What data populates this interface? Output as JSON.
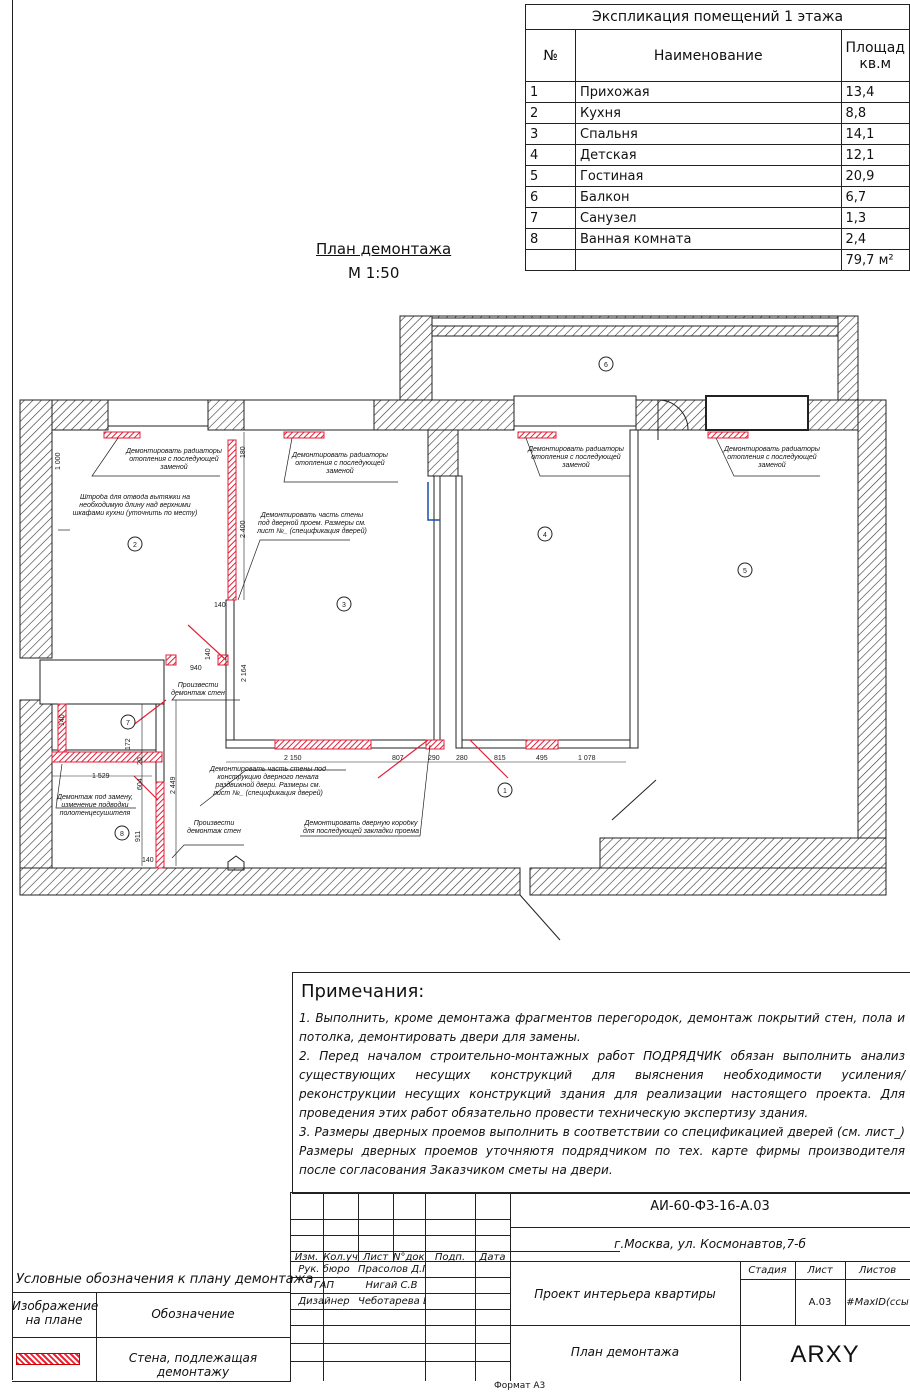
{
  "explication": {
    "title": "Экспликация помещений 1 этажа",
    "headers": {
      "num": "№",
      "name": "Наименование",
      "area": "Площад кв.м"
    },
    "rows": [
      {
        "num": "1",
        "name": "Прихожая",
        "area": "13,4"
      },
      {
        "num": "2",
        "name": "Кухня",
        "area": "8,8"
      },
      {
        "num": "3",
        "name": "Спальня",
        "area": "14,1"
      },
      {
        "num": "4",
        "name": "Детская",
        "area": "12,1"
      },
      {
        "num": "5",
        "name": "Гостиная",
        "area": "20,9"
      },
      {
        "num": "6",
        "name": "Балкон",
        "area": "6,7"
      },
      {
        "num": "7",
        "name": "Санузел",
        "area": "1,3"
      },
      {
        "num": "8",
        "name": "Ванная комната",
        "area": "2,4"
      }
    ],
    "total": "79,7 м²"
  },
  "plan": {
    "title": "План демонтажа",
    "scale": "М 1:50",
    "room_labels": [
      "1",
      "2",
      "3",
      "4",
      "5",
      "6",
      "7",
      "8"
    ],
    "annotations": {
      "radiator_1": "Демонтировать радиаторы отопления с последующей заменой",
      "radiator_2": "Демонтировать радиаторы отопления с последующей заменой",
      "radiator_3": "Демонтировать радиаторы отопления с последующей заменой",
      "radiator_4": "Демонтировать радиаторы отопления с последующей заменой",
      "shtroba": "Штроба для отвода вытяжки на необходимую длину над верхними шкафами кухни (уточнить по месту)",
      "wall_part": "Демонтировать часть стены под дверной проем. Размеры см. лист №_ (спецификация дверей)",
      "penal": "Демонтировать часть стены под конструкцию дверного пенала раздвижной двери. Размеры см. лист №_ (спецификация дверей)",
      "door_box": "Демонтировать дверную коробку для последующей закладки проема",
      "walls_1": "Произвести демонтаж стен",
      "walls_2": "Произвести демонтаж стен",
      "towel": "Демонтаж под замену, изменение подводки полотенцесушителя"
    },
    "dimensions": [
      "1 000",
      "180",
      "2 400",
      "140",
      "140",
      "940",
      "2 164",
      "2 150",
      "807",
      "290",
      "280",
      "815",
      "495",
      "1 078",
      "172",
      "20",
      "604",
      "1 529",
      "2 449",
      "911",
      "140",
      "140"
    ]
  },
  "notes": {
    "heading": "Примечания:",
    "items": [
      "1. Выполнить, кроме демонтажа фрагментов перегородок, демонтаж покрытий стен, пола и потолка, демонтировать двери для замены.",
      "2. Перед началом строительно-монтажных работ ПОДРЯДЧИК обязан выполнить анализ существующих несущих конструкций для выяснения необходимости усиления/реконструкции несущих конструкций здания для реализации настоящего проекта. Для проведения этих работ обязательно провести техническую экспертизу здания.",
      "3. Размеры дверных проемов выполнить в соответствии со спецификацией дверей (см. лист_) Размеры дверных проемов уточняютя подрядчиком по тех. карте фирмы производителя после согласования Заказчиком сметы на двери."
    ]
  },
  "stamp": {
    "code": "АИ-60-ФЗ-16-А.03",
    "address": "г.Москва, ул. Космонавтов,7-б",
    "project": "Проект интерьера квартиры",
    "sheet_title": "План демонтажа",
    "logo": "ARXY",
    "col_headers": [
      "Изм.",
      "Кол.уч",
      "Лист",
      "N°док.",
      "Подп.",
      "Дата"
    ],
    "roles": [
      {
        "role": "Рук. бюро",
        "name": "Прасолов Д.Г."
      },
      {
        "role": "ГАП",
        "name": "Нигай С.В"
      },
      {
        "role": "Дизайнер",
        "name": "Чеботарева В.А."
      }
    ],
    "stage_label": "Стадия",
    "sheet_label": "Лист",
    "sheets_label": "Листов",
    "sheet_value": "А.03",
    "sheets_value": "#MaxID(ссы"
  },
  "legend": {
    "title": "Условные обозначения к плану демонтажа",
    "col1": "Изображение на плане",
    "col2": "Обозначение",
    "item": "Стена, подлежащая демонтажу"
  },
  "footer": {
    "format": "Формат А3"
  },
  "colors": {
    "demolish": "#e0213a",
    "line": "#222222",
    "window_blue": "#1a4fa8"
  }
}
